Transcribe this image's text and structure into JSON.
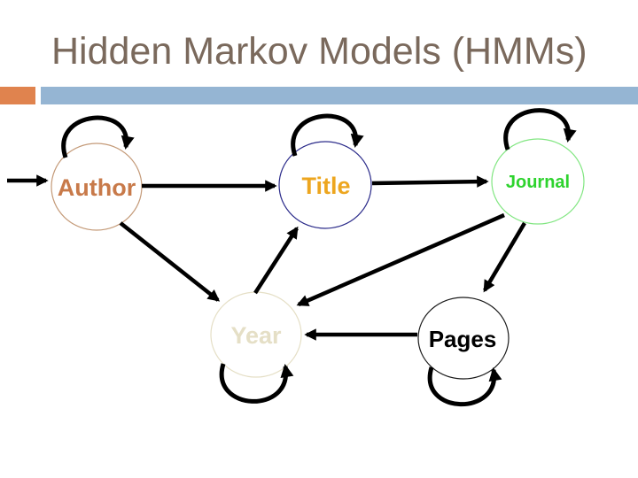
{
  "slide": {
    "title": "Hidden Markov Models (HMMs)",
    "title_color": "#7a695c",
    "background_color": "#ffffff"
  },
  "accent_bar": {
    "orange_color": "#e0834e",
    "blue_color": "#95b5d3"
  },
  "diagram": {
    "edge_color": "#000000",
    "nodes": [
      {
        "id": "author",
        "label": "Author",
        "text_color": "#c87a4a",
        "outline_color": "#c49a78"
      },
      {
        "id": "title",
        "label": "Title",
        "text_color": "#eda61f",
        "outline_color": "#2b2b8a"
      },
      {
        "id": "journal",
        "label": "Journal",
        "text_color": "#2ed32e",
        "outline_color": "#82e682"
      },
      {
        "id": "year",
        "label": "Year",
        "text_color": "#e5dfc6",
        "outline_color": "#e5dfc6"
      },
      {
        "id": "pages",
        "label": "Pages",
        "text_color": "#000000",
        "outline_color": "#1a1a1a"
      }
    ],
    "edges": [
      {
        "from": "start",
        "to": "Author"
      },
      {
        "from": "Author",
        "to": "Title"
      },
      {
        "from": "Title",
        "to": "Journal"
      },
      {
        "from": "Author",
        "to": "Year"
      },
      {
        "from": "Year",
        "to": "Title"
      },
      {
        "from": "Journal",
        "to": "Year"
      },
      {
        "from": "Journal",
        "to": "Pages"
      },
      {
        "from": "Pages",
        "to": "Year"
      }
    ],
    "self_loops": [
      "Author",
      "Title",
      "Journal",
      "Year",
      "Pages"
    ]
  }
}
